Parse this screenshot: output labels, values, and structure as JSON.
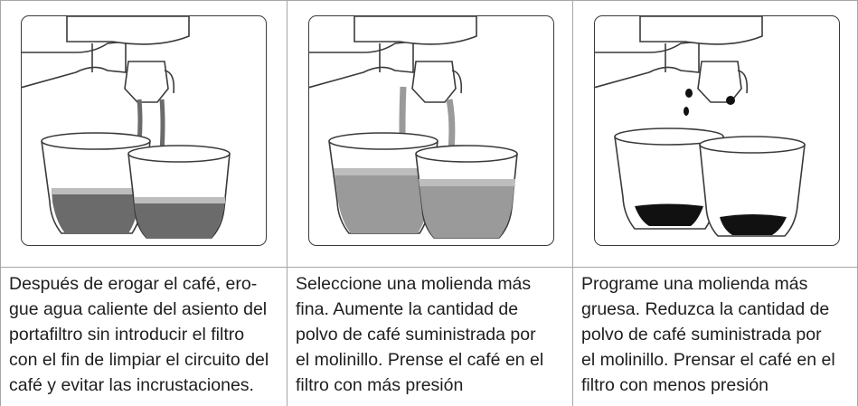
{
  "panels": [
    {
      "name": "panel-1",
      "caption_lines": [
        "Después de erogar el café, ero-",
        "gue agua caliente del asiento del",
        "portafiltro sin introducir el filtro",
        "con el fin de limpiar el circuito del",
        "café y evitar las incrustaciones."
      ]
    },
    {
      "name": "panel-2",
      "caption_lines": [
        "Seleccione una molienda más",
        "fina. Aumente la cantidad de",
        "polvo de café suministrada por",
        "el molinillo. Prense el café en el",
        "filtro con más presión"
      ]
    },
    {
      "name": "panel-3",
      "caption_lines": [
        "Programe una molienda más",
        "gruesa. Reduzca la cantidad de",
        "polvo de café suministrada por",
        "el molinillo. Prensar el café en el",
        "filtro con menos presión"
      ]
    }
  ],
  "colors": {
    "border": "#a6a6a6",
    "outline": "#3a3a3a",
    "coffee_dark_gray": "#6b6b6b",
    "coffee_light_gray": "#9a9a9a",
    "coffee_black": "#111111"
  }
}
